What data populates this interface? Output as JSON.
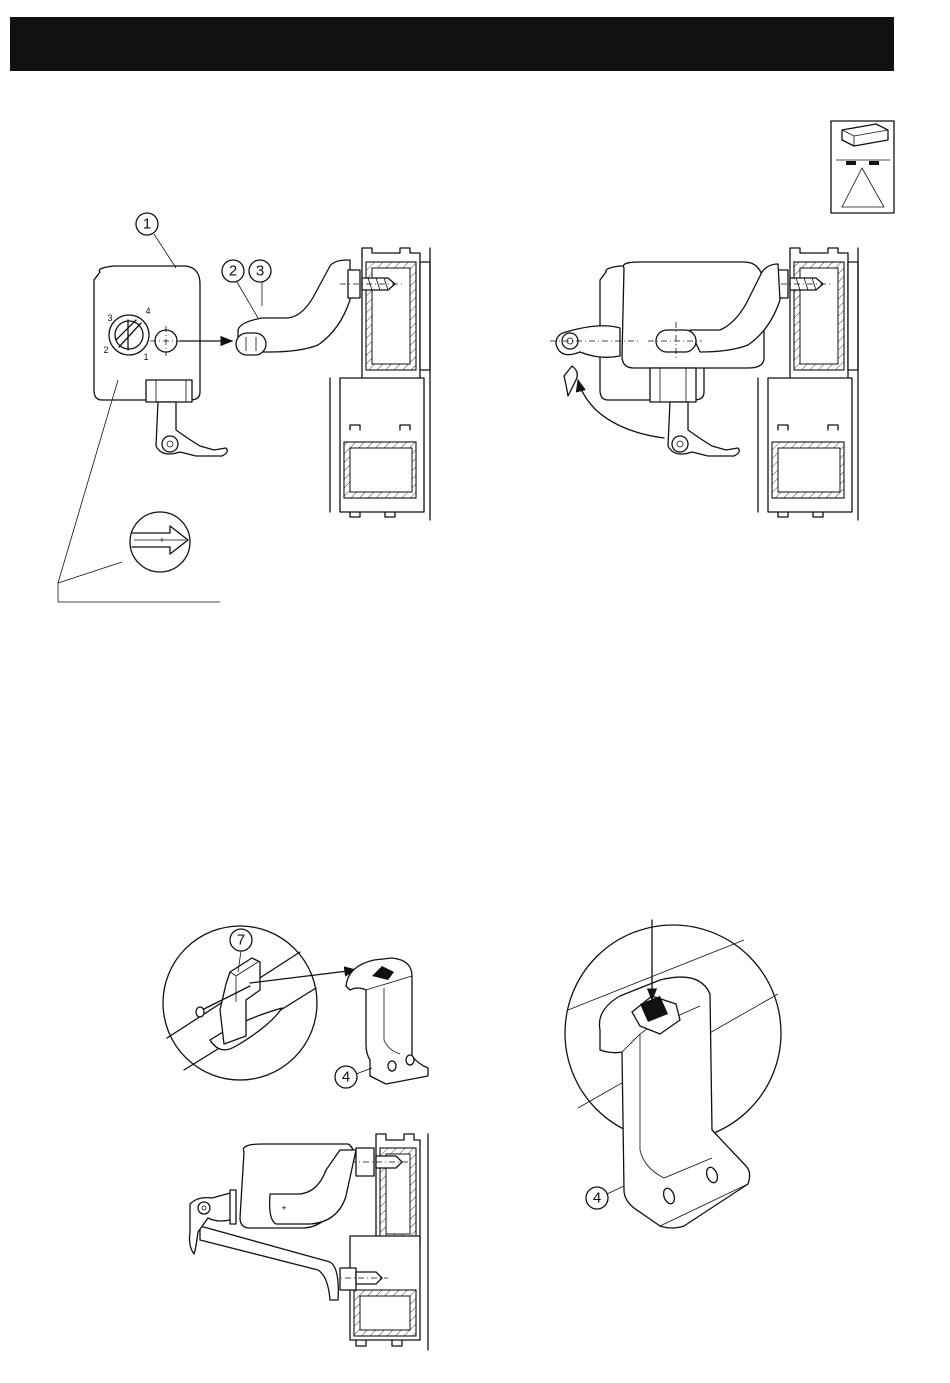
{
  "header": {
    "color": "#111111"
  },
  "icons": [
    "mounting-bracket-icon"
  ],
  "callouts": {
    "c1": "1",
    "c2": "2",
    "c3": "3",
    "c4_top": "4",
    "c4_right": "4",
    "c7": "7"
  },
  "dial_numbers": {
    "n1": "1",
    "n2": "2",
    "n3": "3",
    "n4": "4"
  },
  "marks": {
    "plus": "+"
  }
}
